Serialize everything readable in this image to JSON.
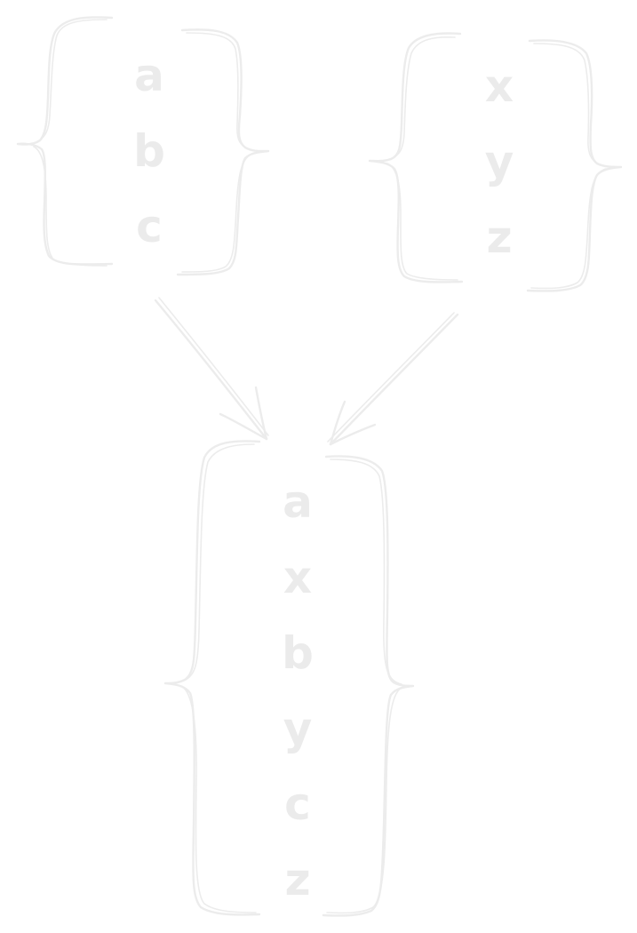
{
  "sets": {
    "left": {
      "items": [
        "a",
        "b",
        "c"
      ]
    },
    "right": {
      "items": [
        "x",
        "y",
        "z"
      ]
    },
    "result": {
      "items": [
        "a",
        "x",
        "b",
        "y",
        "c",
        "z"
      ]
    }
  },
  "colors": {
    "background": "#ffffff",
    "ink": "#ececec"
  }
}
